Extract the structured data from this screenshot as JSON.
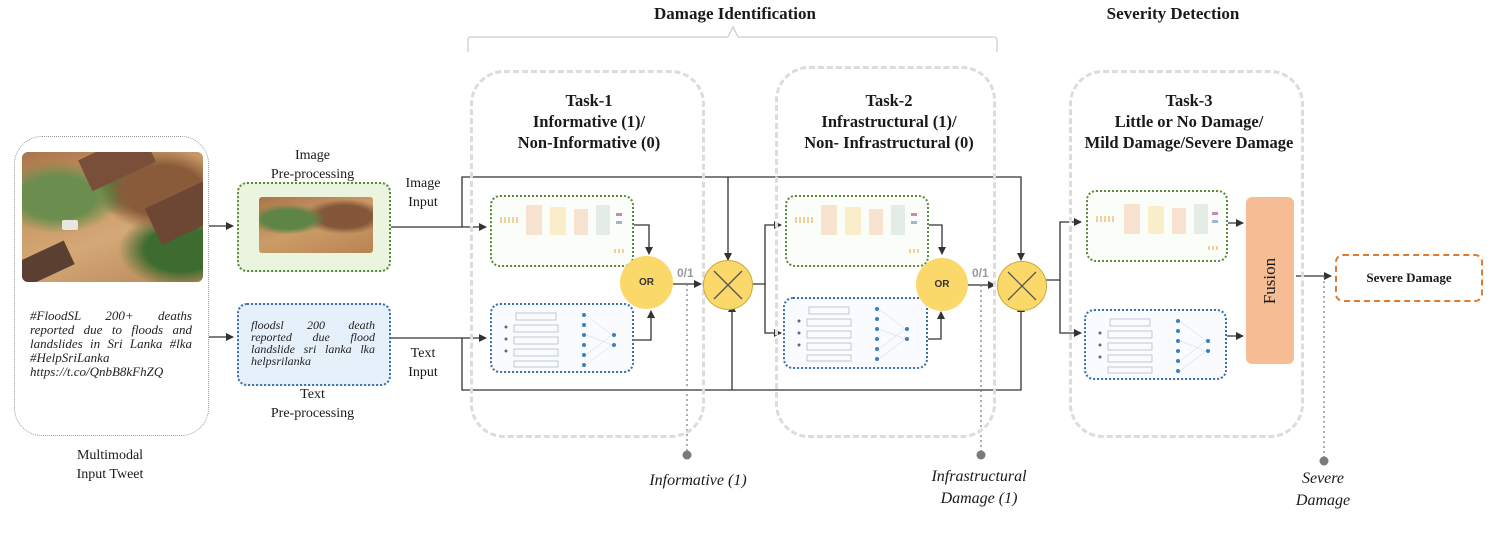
{
  "sections": {
    "damage_identification": "Damage Identification",
    "severity_detection": "Severity Detection"
  },
  "input": {
    "caption_line1": "Multimodal",
    "caption_line2": "Input Tweet",
    "tweet_text": "#FloodSL 200+ deaths reported due to floods and landslides in Sri Lanka #lka #HelpSriLanka https://t.co/QnbB8kFhZQ"
  },
  "preprocessing": {
    "image_line1": "Image",
    "image_line2": "Pre-processing",
    "text_line1": "Text",
    "text_line2": "Pre-processing",
    "processed_text": "floodsl 200 death reported due flood landslide sri lanka lka helpsrilanka"
  },
  "streams": {
    "image_line1": "Image",
    "image_line2": "Input",
    "text_line1": "Text",
    "text_line2": "Input"
  },
  "tasks": [
    {
      "line1": "Task-1",
      "line2": "Informative (1)/",
      "line3": "Non-Informative (0)"
    },
    {
      "line1": "Task-2",
      "line2": "Infrastructural (1)/",
      "line3": "Non- Infrastructural (0)"
    },
    {
      "line1": "Task-3",
      "line2": "Little or No Damage/",
      "line3": "Mild Damage/Severe Damage"
    }
  ],
  "nodes": {
    "or_label": "OR",
    "zero_one": "0/1",
    "fusion": "Fusion",
    "result": "Severe Damage"
  },
  "outputs": {
    "informative": "Informative (1)",
    "infra_line1": "Infrastructural",
    "infra_line2": "Damage (1)",
    "severe_line1": "Severe",
    "severe_line2": "Damage"
  }
}
